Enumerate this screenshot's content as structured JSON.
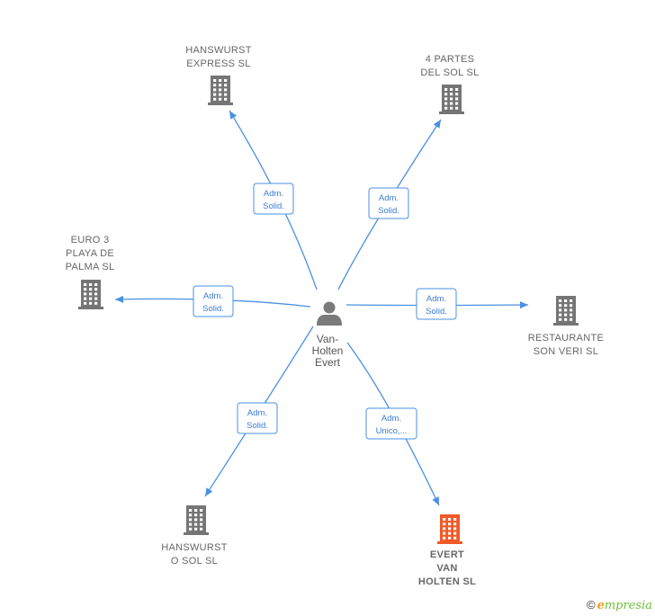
{
  "colors": {
    "edge": "#4a90e2",
    "company": "#757575",
    "company_highlight": "#f05a28",
    "person": "#7a7a7a"
  },
  "center_person": {
    "icon": "person-icon",
    "lines": [
      "Van-",
      "Holten",
      "Evert"
    ]
  },
  "companies": [
    {
      "id": "hanswurst-express",
      "icon": "building-icon",
      "lines": [
        "HANSWURST",
        "EXPRESS  SL"
      ],
      "highlight": false
    },
    {
      "id": "4-partes",
      "icon": "building-icon",
      "lines": [
        "4 PARTES",
        "DEL SOL  SL"
      ],
      "highlight": false
    },
    {
      "id": "euro-3",
      "icon": "building-icon",
      "lines": [
        "EURO 3",
        "PLAYA DE",
        "PALMA  SL"
      ],
      "highlight": false
    },
    {
      "id": "restaurante",
      "icon": "building-icon",
      "lines": [
        "RESTAURANTE",
        "SON VERI  SL"
      ],
      "highlight": false
    },
    {
      "id": "hanswurst-o-sol",
      "icon": "building-icon",
      "lines": [
        "HANSWURST",
        "O SOL  SL"
      ],
      "highlight": false
    },
    {
      "id": "evert-van-holten",
      "icon": "building-icon",
      "lines": [
        "EVERT",
        "VAN",
        "HOLTEN  SL"
      ],
      "highlight": true
    }
  ],
  "edges": [
    {
      "to": "hanswurst-express",
      "label": [
        "Adm.",
        "Solid."
      ]
    },
    {
      "to": "4-partes",
      "label": [
        "Adm.",
        "Solid."
      ]
    },
    {
      "to": "euro-3",
      "label": [
        "Adm.",
        "Solid."
      ]
    },
    {
      "to": "restaurante",
      "label": [
        "Adm.",
        "Solid."
      ]
    },
    {
      "to": "hanswurst-o-sol",
      "label": [
        "Adm.",
        "Solid."
      ]
    },
    {
      "to": "evert-van-holten",
      "label": [
        "Adm.",
        "Unico,..."
      ]
    }
  ],
  "footer": {
    "copyright_symbol": "©",
    "brand_initial": "e",
    "brand_rest": "mpresia"
  }
}
